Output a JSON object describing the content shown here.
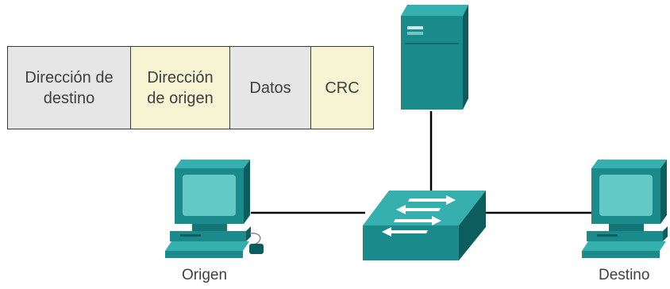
{
  "frame": {
    "fields": [
      {
        "text": "Dirección de\ndestino",
        "shade": "gray"
      },
      {
        "text": "Dirección\nde origen",
        "shade": "yellow"
      },
      {
        "text": "Datos",
        "shade": "gray"
      },
      {
        "text": "CRC",
        "shade": "yellow"
      }
    ]
  },
  "devices": {
    "source_label": "Origen",
    "destination_label": "Destino",
    "server": "server-icon",
    "switch": "switch-icon",
    "source_pc": "computer-icon",
    "destination_pc": "computer-icon"
  },
  "colors": {
    "device_teal": "#1a8a8a",
    "device_dark": "#0c5d5e",
    "device_light": "#35b0ae",
    "screen": "#63c8c6",
    "link": "#000000",
    "field_gray": "#e6e6e7",
    "field_yellow": "#f6f4d2"
  }
}
